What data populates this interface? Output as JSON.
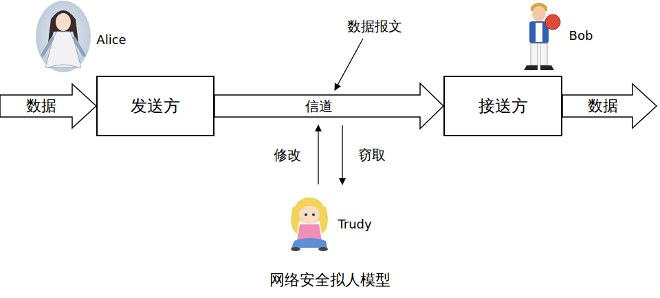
{
  "diagram": {
    "caption": "网络安全拟人模型",
    "nodes": [
      {
        "text": [
          "发送方"
        ]
      },
      {
        "text": [
          "接送方"
        ]
      }
    ],
    "edges": [
      {
        "from": 0,
        "to": 1,
        "arrow": "to",
        "label": "信道"
      }
    ],
    "labels": [
      "Alice",
      "数据报文",
      "Bob",
      "数据",
      "数据",
      "修改",
      "窃取",
      "Trudy"
    ]
  }
}
